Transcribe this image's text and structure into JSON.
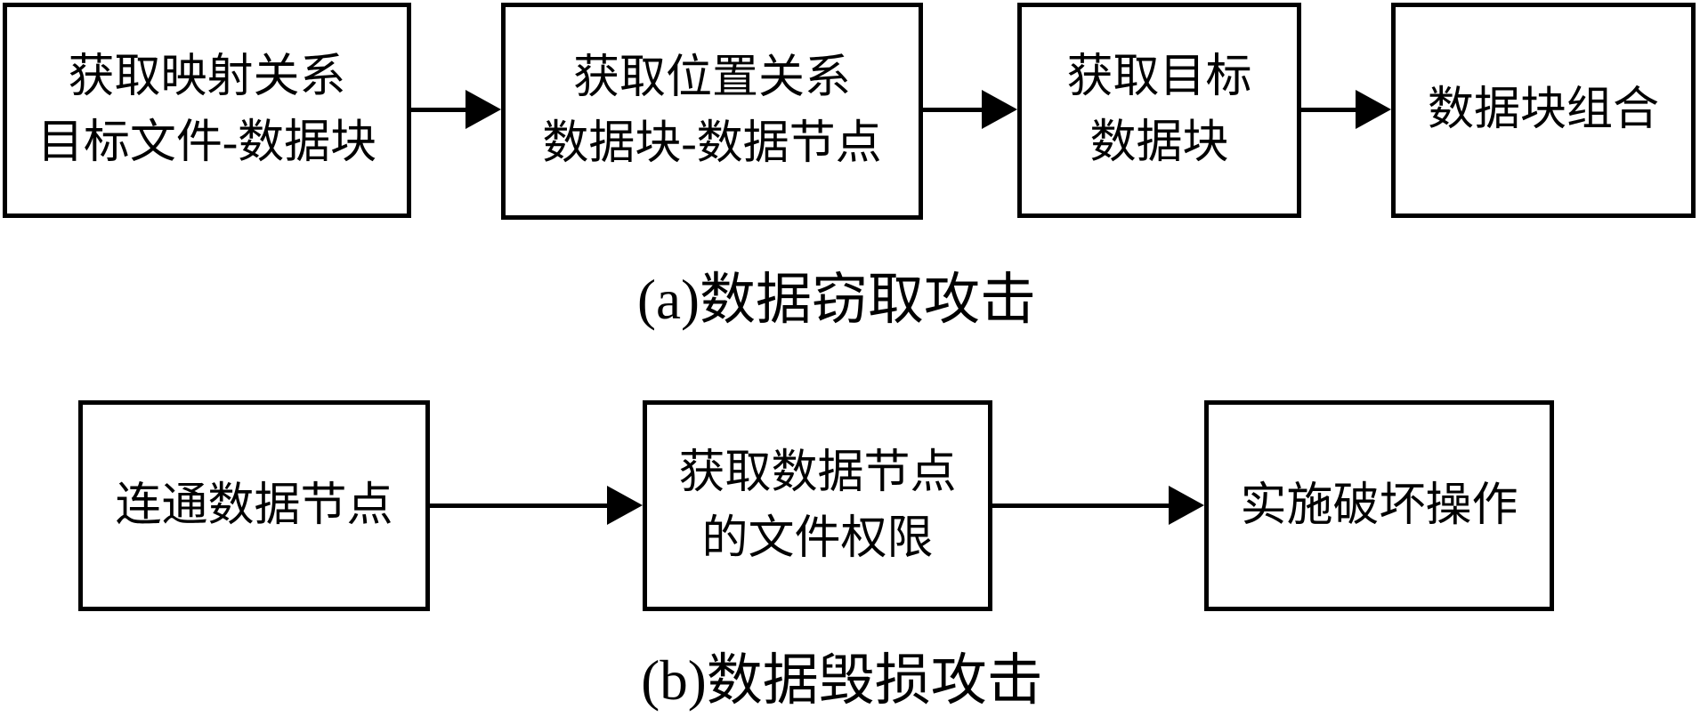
{
  "diagram": {
    "background_color": "#ffffff",
    "stroke_color": "#000000",
    "flows": [
      {
        "id": "a",
        "caption": "(a)数据窃取攻击",
        "steps": [
          "获取映射关系\n目标文件-数据块",
          "获取位置关系\n数据块-数据节点",
          "获取目标\n数据块",
          "数据块组合"
        ]
      },
      {
        "id": "b",
        "caption": "(b)数据毁损攻击",
        "steps": [
          "连通数据节点",
          "获取数据节点\n的文件权限",
          "实施破坏操作"
        ]
      }
    ]
  }
}
